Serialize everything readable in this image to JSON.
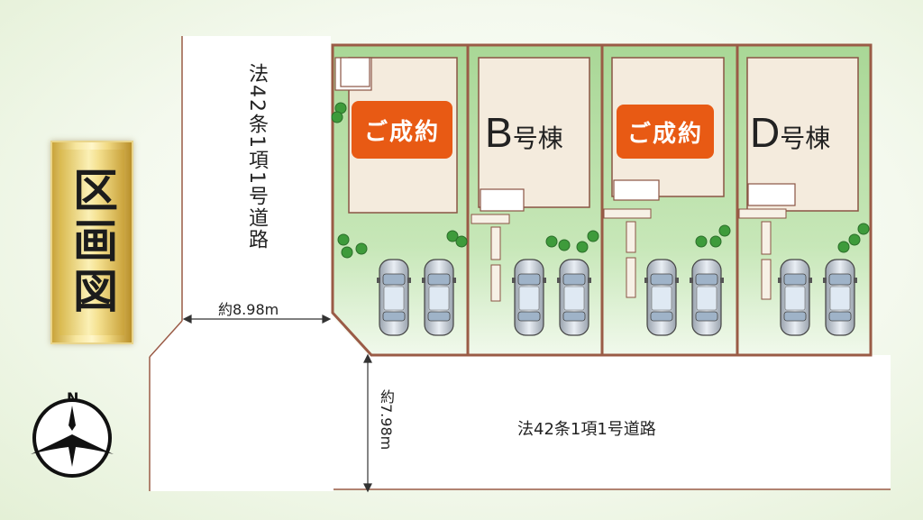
{
  "title": "区画図",
  "vertical_road_label": "法42条1項1号道路",
  "horizontal_road_label": "法42条1項1号道路",
  "dimensions": {
    "vertical_road_width": "約8.98m",
    "horizontal_road_width": "約7.98m"
  },
  "lots": [
    {
      "id": "A",
      "status_badge": "ご成約"
    },
    {
      "id": "B",
      "letter": "B",
      "suffix": "号棟"
    },
    {
      "id": "C",
      "status_badge": "ご成約"
    },
    {
      "id": "D",
      "letter": "D",
      "suffix": "号棟"
    }
  ],
  "compass_label": "N",
  "colors": {
    "lot_green": "#b2dca1",
    "house_beige": "#f4ebdd",
    "border_brown": "#9a5b46",
    "badge_orange": "#e85a14"
  }
}
